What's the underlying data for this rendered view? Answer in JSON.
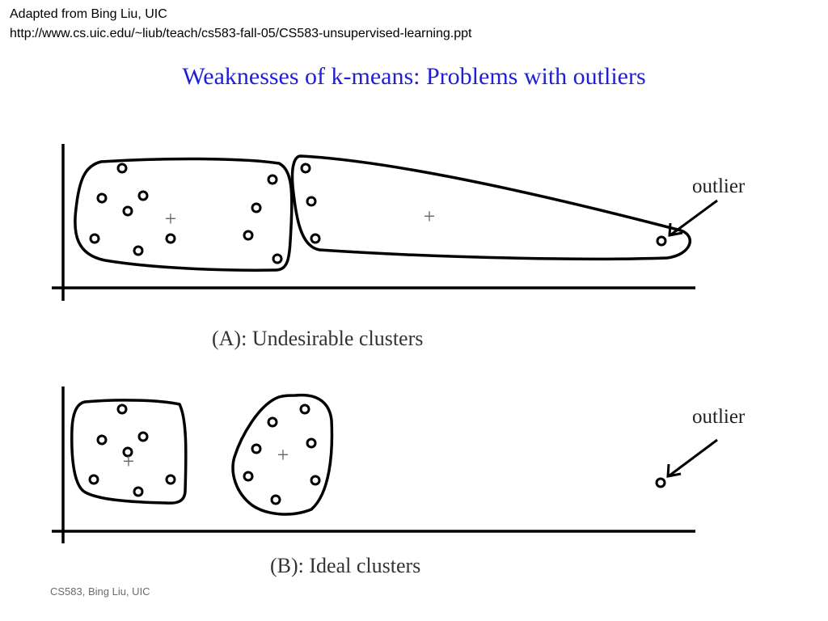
{
  "header": {
    "attribution": "Adapted from Bing Liu, UIC",
    "source_url": "http://www.cs.uic.edu/~liub/teach/cs583-fall-05/CS583-unsupervised-learning.ppt"
  },
  "slide": {
    "title": "Weaknesses of k-means: Problems with outliers",
    "title_color": "#1f1fd6"
  },
  "panel_a": {
    "caption": "(A): Undesirable clusters",
    "outlier_label": "outlier",
    "centroid_symbol": "+"
  },
  "panel_b": {
    "caption": "(B): Ideal clusters",
    "outlier_label": "outlier",
    "centroid_symbol": "+"
  },
  "footer": {
    "text": "CS583, Bing Liu, UIC"
  }
}
